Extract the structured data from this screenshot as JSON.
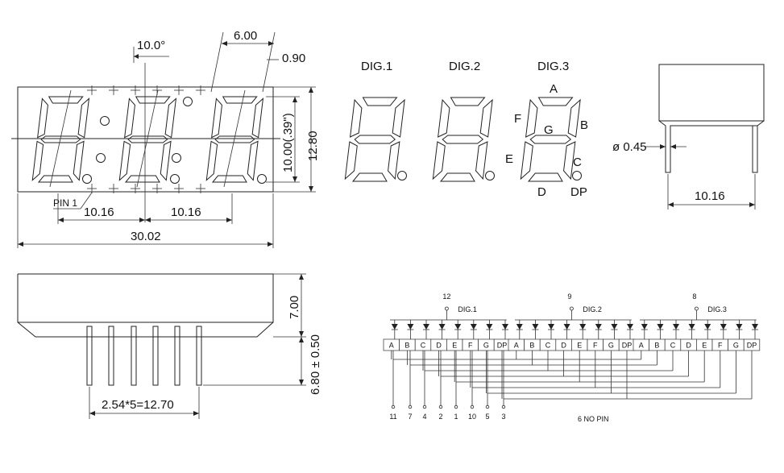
{
  "front": {
    "angle_label": "10.0°",
    "seg_width_label": "6.00",
    "seg_stroke_label": "0.90",
    "height_label": "12.80",
    "digit_height_label": "10.00(.39\")",
    "pin1_label": "PIN 1",
    "pitch_left": "10.16",
    "pitch_right": "10.16",
    "width_label": "30.02"
  },
  "digits": {
    "dig1": "DIG.1",
    "dig2": "DIG.2",
    "dig3": "DIG.3",
    "segments": {
      "a": "A",
      "b": "B",
      "c": "C",
      "d": "D",
      "e": "E",
      "f": "F",
      "g": "G",
      "dp": "DP"
    }
  },
  "side": {
    "diameter_label": "ø 0.45",
    "row_pitch_label": "10.16"
  },
  "bottom": {
    "body_height": "7.00",
    "pin_length": "6.80 ± 0.50",
    "pin_span": "2.54*5=12.70"
  },
  "schematic": {
    "commons": [
      {
        "pin": "12",
        "label": "DIG.1"
      },
      {
        "pin": "9",
        "label": "DIG.2"
      },
      {
        "pin": "8",
        "label": "DIG.3"
      }
    ],
    "segment_labels": [
      "A",
      "B",
      "C",
      "D",
      "E",
      "F",
      "G",
      "DP"
    ],
    "pins": [
      "11",
      "7",
      "4",
      "2",
      "1",
      "10",
      "5",
      "3"
    ],
    "note": "6 NO PIN"
  }
}
